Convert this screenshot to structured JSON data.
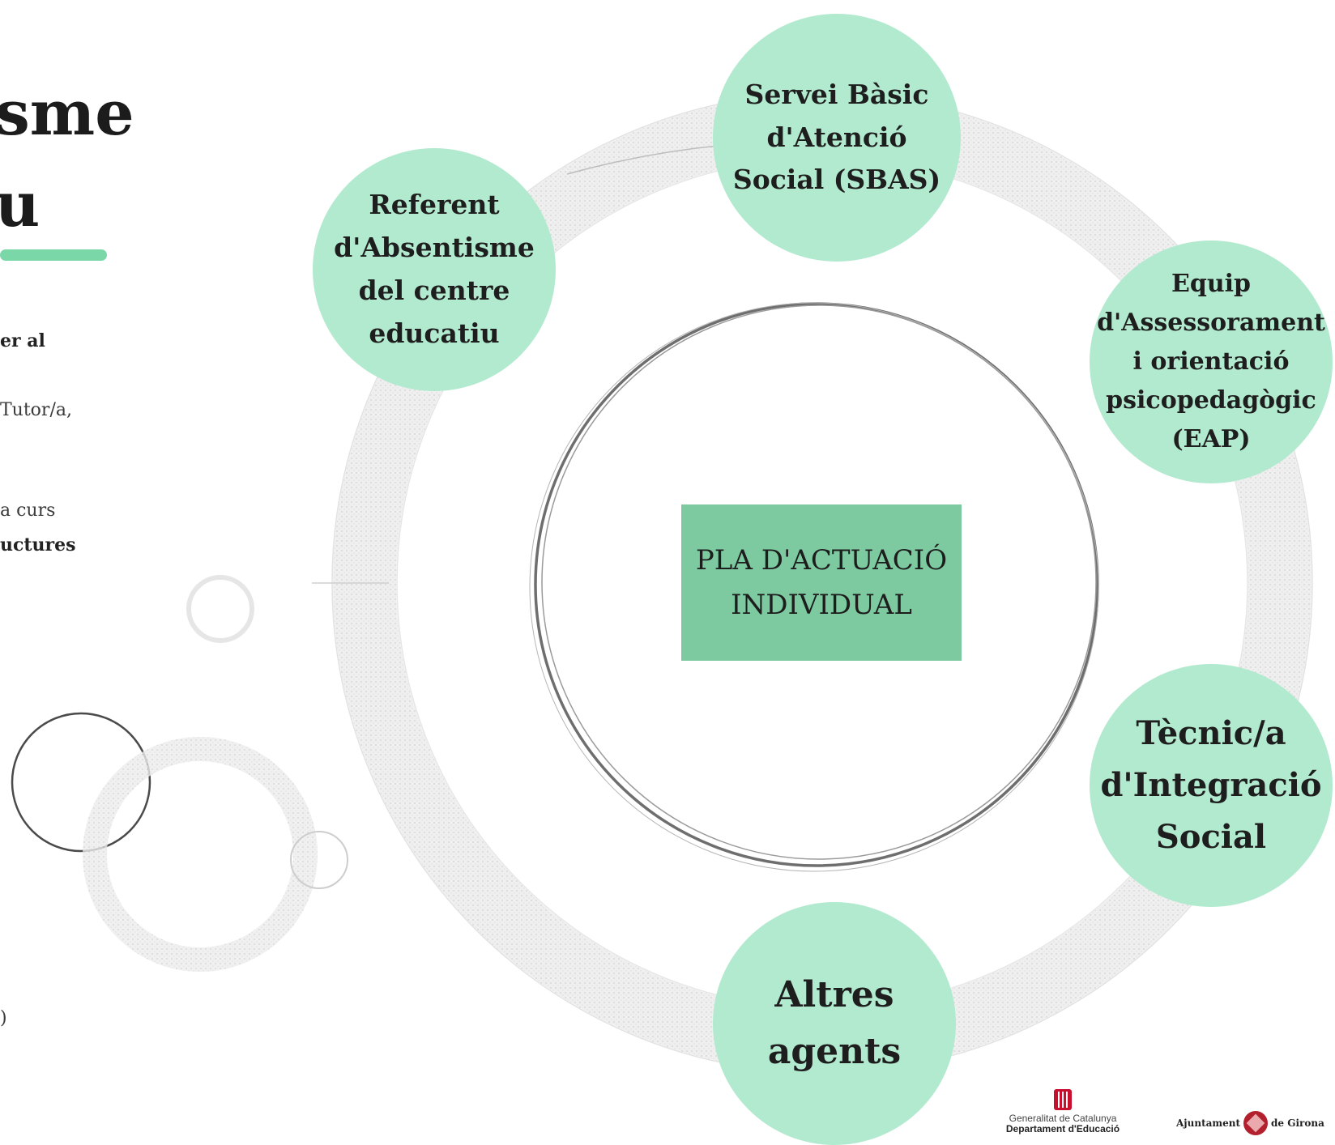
{
  "left_panel": {
    "title_line1": "sme",
    "title_line2": "u",
    "text_fragments": [
      "er al",
      "Tutor/a,",
      "a curs",
      "uctures",
      ")"
    ]
  },
  "diagram": {
    "center_label_line1": "PLA D'ACTUACIÓ",
    "center_label_line2": "INDIVIDUAL",
    "nodes": [
      {
        "id": "sbas",
        "lines": [
          "Servei Bàsic",
          "d'Atenció",
          "Social (SBAS)"
        ]
      },
      {
        "id": "referent",
        "lines": [
          "Referent",
          "d'Absentisme",
          "del centre",
          "educatiu"
        ]
      },
      {
        "id": "eap",
        "lines": [
          "Equip",
          "d'Assessorament",
          "i orientació",
          "psicopedagògic",
          "(EAP)"
        ]
      },
      {
        "id": "tecnic",
        "lines": [
          "Tècnic/a",
          "d'Integració",
          "Social"
        ]
      },
      {
        "id": "altres",
        "lines": [
          "Altres",
          "agents"
        ]
      }
    ],
    "colors": {
      "node_fill": "#b2eacf",
      "center_fill": "#7dcaa1",
      "accent_underline": "#7ad8a8",
      "ring_gray": "#d9d9d9"
    }
  },
  "logos": {
    "gencat_line1": "Generalitat de Catalunya",
    "gencat_line2": "Departament d'Educació",
    "girona_left": "Ajuntament",
    "girona_right": "de Girona"
  }
}
